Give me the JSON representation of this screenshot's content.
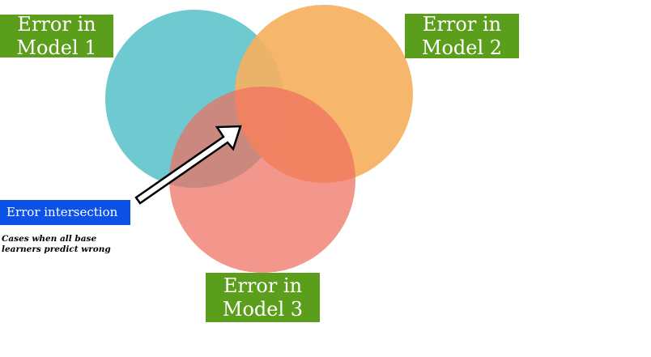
{
  "diagram": {
    "sets": [
      {
        "name": "Error in Model 1",
        "color": "#5bc2ca",
        "opacity": 0.88
      },
      {
        "name": "Error in Model 2",
        "color": "#f5b05f",
        "opacity": 0.92
      },
      {
        "name": "Error in Model 3",
        "color": "#ee6f5f",
        "opacity": 0.72
      }
    ],
    "labels": {
      "model_1": {
        "line1": "Error in",
        "line2": "Model 1"
      },
      "model_2": {
        "line1": "Error in",
        "line2": "Model 2"
      },
      "model_3": {
        "line1": "Error in",
        "line2": "Model 3"
      }
    },
    "label_color": "#5a9e1c",
    "intersection": {
      "title": "Error intersection",
      "title_color": "#0c51e8",
      "caption_line1": "Cases when all base",
      "caption_line2": "learners predict wrong"
    },
    "arrow": {
      "color": "#ffffff",
      "stroke": "#000000"
    }
  }
}
